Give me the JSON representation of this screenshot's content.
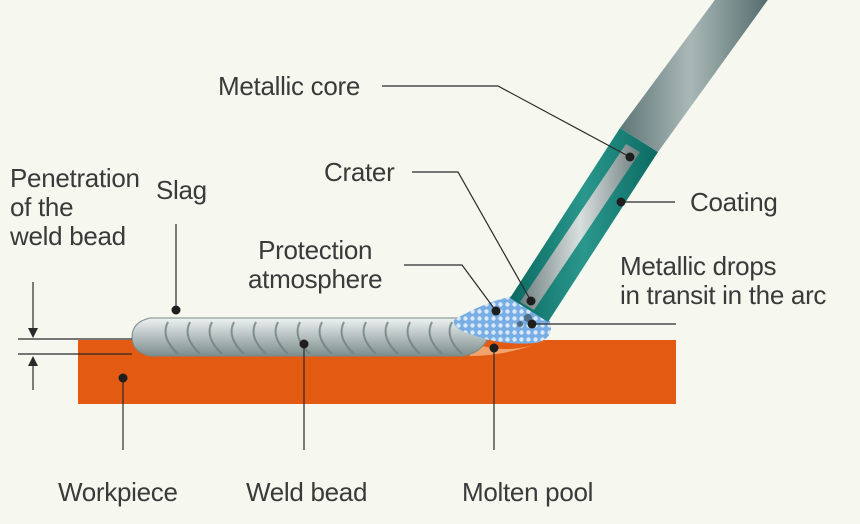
{
  "labels": {
    "metallic_core": "Metallic core",
    "crater": "Crater",
    "coating": "Coating",
    "metallic_drops_line1": "Metallic drops",
    "metallic_drops_line2": "in transit in the arc",
    "penetration_line1": "Penetration",
    "penetration_line2": "of the",
    "penetration_line3": "weld bead",
    "slag": "Slag",
    "protection_line1": "Protection",
    "protection_line2": "atmosphere",
    "workpiece": "Workpiece",
    "weld_bead": "Weld bead",
    "molten_pool": "Molten pool"
  },
  "colors": {
    "background": "#f6f7ef",
    "workpiece": "#e35a12",
    "coating": "#0e7b72",
    "core": "#8c9a9a",
    "slag": "#b9c4c3",
    "protection_gas": "#7fb6e6",
    "leader_line": "#2a2a2a"
  }
}
